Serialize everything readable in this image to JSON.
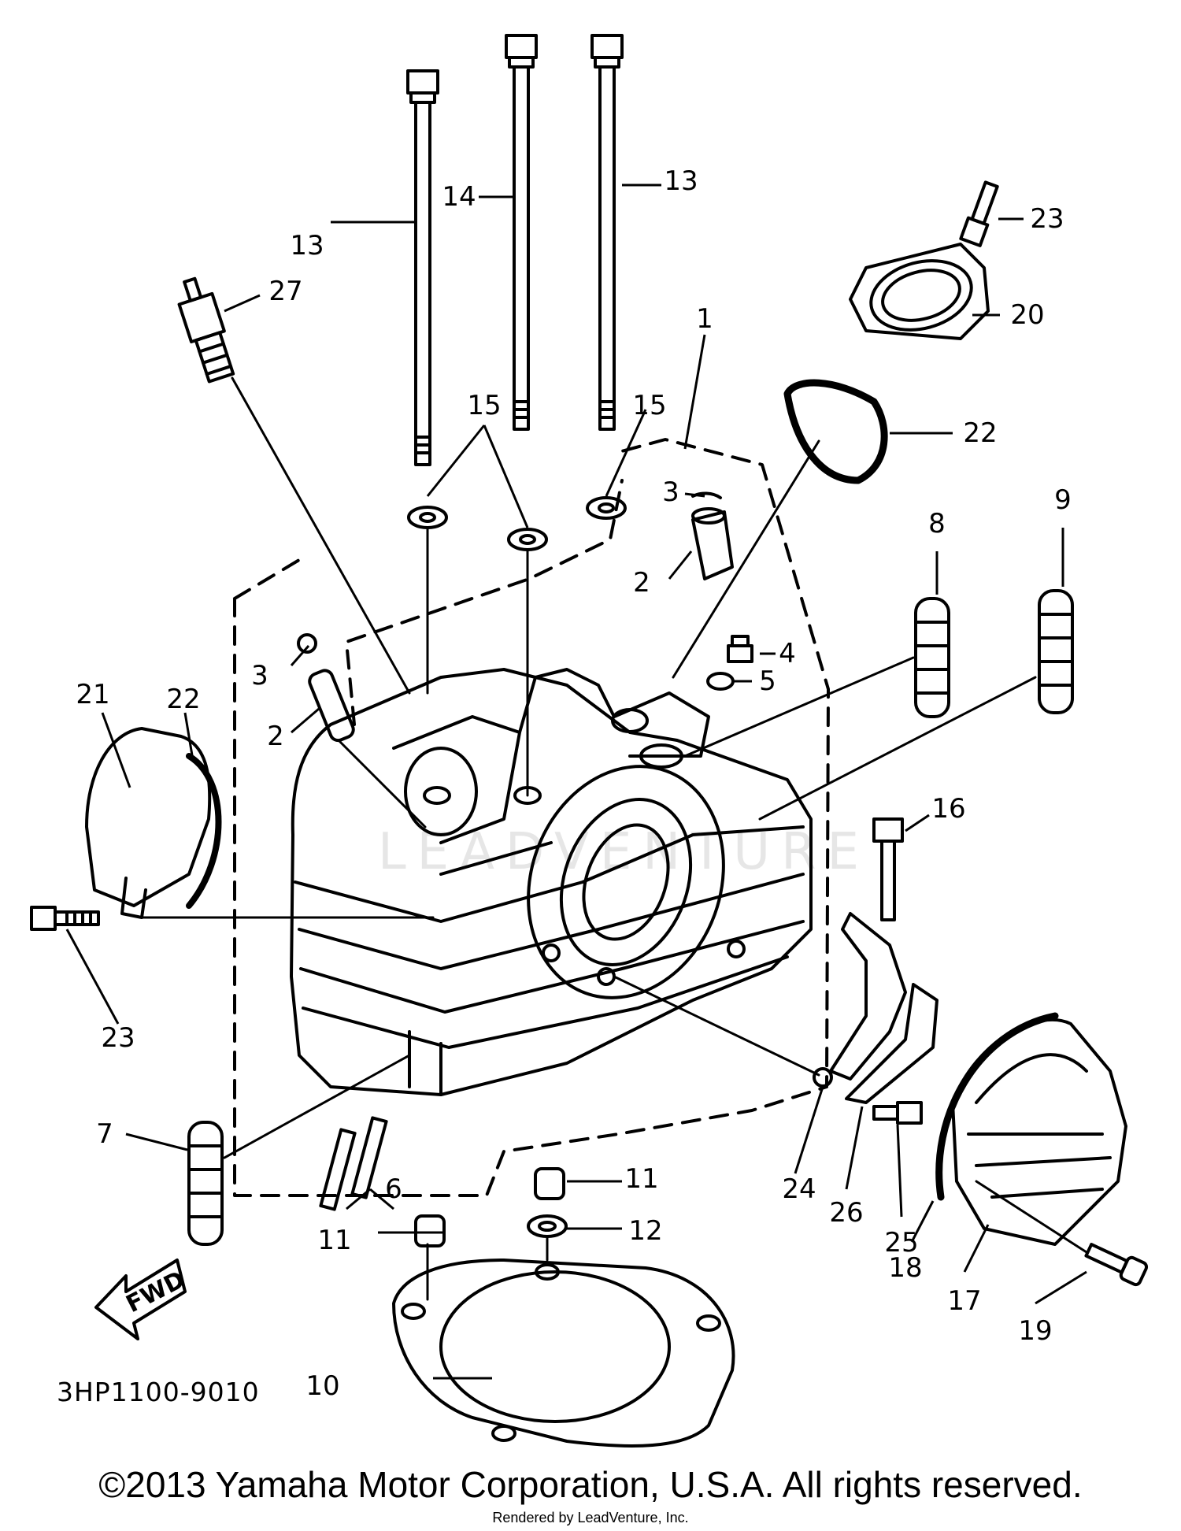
{
  "diagram": {
    "code": "3HP1100-9010",
    "fwd_label": "FWD",
    "copyright": "©2013 Yamaha Motor Corporation, U.S.A. All rights reserved.",
    "rendered_by": "Rendered by LeadVenture, Inc.",
    "watermark": "LEADVENTURE"
  },
  "callouts": [
    {
      "id": "c13a",
      "label": "13"
    },
    {
      "id": "c14",
      "label": "14"
    },
    {
      "id": "c13b",
      "label": "13"
    },
    {
      "id": "c23a",
      "label": "23"
    },
    {
      "id": "c27",
      "label": "27"
    },
    {
      "id": "c1",
      "label": "1"
    },
    {
      "id": "c20",
      "label": "20"
    },
    {
      "id": "c15a",
      "label": "15"
    },
    {
      "id": "c15b",
      "label": "15"
    },
    {
      "id": "c22a",
      "label": "22"
    },
    {
      "id": "c3a",
      "label": "3"
    },
    {
      "id": "c9",
      "label": "9"
    },
    {
      "id": "c8",
      "label": "8"
    },
    {
      "id": "c2a",
      "label": "2"
    },
    {
      "id": "c4",
      "label": "4"
    },
    {
      "id": "c5",
      "label": "5"
    },
    {
      "id": "c3b",
      "label": "3"
    },
    {
      "id": "c2b",
      "label": "2"
    },
    {
      "id": "c21",
      "label": "21"
    },
    {
      "id": "c22b",
      "label": "22"
    },
    {
      "id": "c16",
      "label": "16"
    },
    {
      "id": "c23b",
      "label": "23"
    },
    {
      "id": "c7",
      "label": "7"
    },
    {
      "id": "c6",
      "label": "6"
    },
    {
      "id": "c11a",
      "label": "11"
    },
    {
      "id": "c11b",
      "label": "11"
    },
    {
      "id": "c12",
      "label": "12"
    },
    {
      "id": "c24",
      "label": "24"
    },
    {
      "id": "c26",
      "label": "26"
    },
    {
      "id": "c25",
      "label": "25"
    },
    {
      "id": "c18",
      "label": "18"
    },
    {
      "id": "c17",
      "label": "17"
    },
    {
      "id": "c19",
      "label": "19"
    },
    {
      "id": "c10",
      "label": "10"
    }
  ]
}
